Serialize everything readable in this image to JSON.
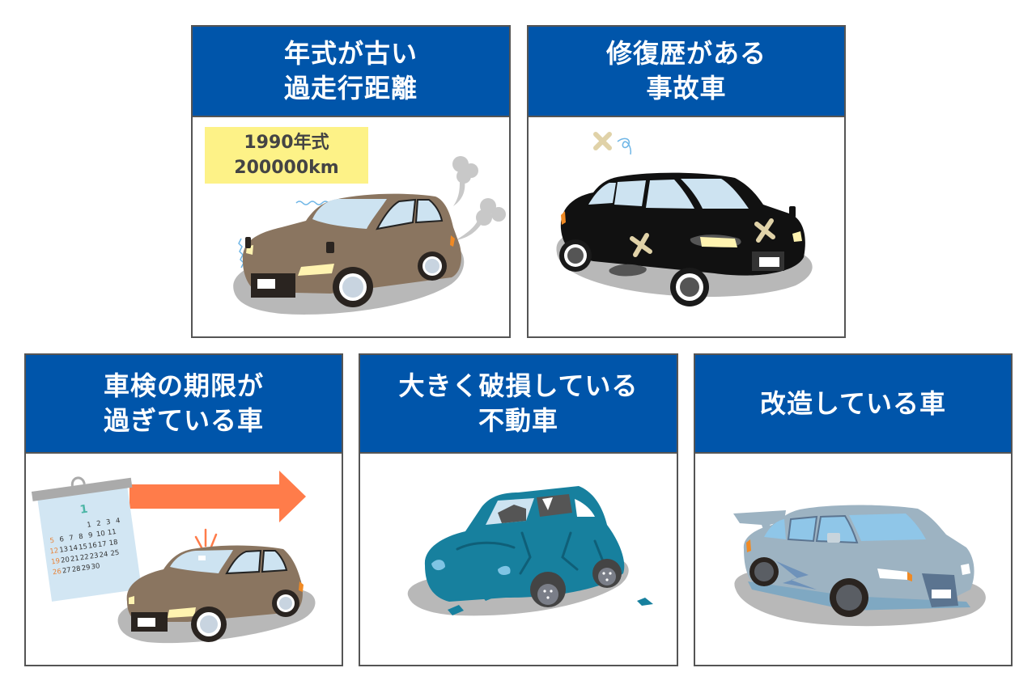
{
  "panels": [
    {
      "id": "old-high-mileage",
      "title_lines": [
        "年式が古い",
        "過走行距離"
      ],
      "label_box": {
        "lines": [
          "1990年式",
          "200000km"
        ],
        "color": "#fdf287"
      },
      "car_color": "#8a7560"
    },
    {
      "id": "repaired-accident",
      "title_lines": [
        "修復歴がある",
        "事故車"
      ],
      "car_color": "#111111"
    },
    {
      "id": "expired-inspection",
      "title_lines": [
        "車検の期限が",
        "過ぎている車"
      ],
      "calendar": {
        "month": "1",
        "rows": [
          [
            "",
            "",
            "",
            "1",
            "2",
            "3",
            "4"
          ],
          [
            "5",
            "6",
            "7",
            "8",
            "9",
            "10",
            "11"
          ],
          [
            "12",
            "13",
            "14",
            "15",
            "16",
            "17",
            "18"
          ],
          [
            "19",
            "20",
            "21",
            "22",
            "23",
            "24",
            "25"
          ],
          [
            "26",
            "27",
            "28",
            "29",
            "30",
            "",
            ""
          ]
        ],
        "sunday_color": "#e8843a",
        "month_color": "#4db6a6"
      },
      "arrow_color": "#ff7c4a",
      "car_color": "#8a7560"
    },
    {
      "id": "heavily-damaged",
      "title_lines": [
        "大きく破損している",
        "不動車"
      ],
      "car_color": "#17809e"
    },
    {
      "id": "modified",
      "title_lines": [
        "改造している車"
      ],
      "car_color": "#9db3c2"
    }
  ],
  "colors": {
    "header_bg": "#0055aa",
    "header_text": "#ffffff",
    "border": "#555555",
    "shadow": "#b8b8b8"
  }
}
